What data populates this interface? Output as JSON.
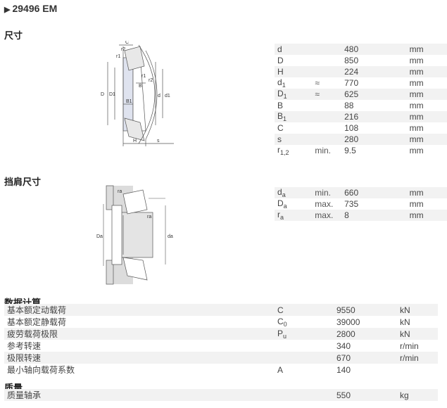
{
  "header": {
    "title": "29496 EM"
  },
  "sections": {
    "dimensions": "尺寸",
    "abutment": "挡肩尺寸",
    "calculation": "数据计算",
    "mass": "质量"
  },
  "dimensions": [
    {
      "sym": "d",
      "sub": "",
      "q": "",
      "v": "480",
      "u": "mm"
    },
    {
      "sym": "D",
      "sub": "",
      "q": "",
      "v": "850",
      "u": "mm"
    },
    {
      "sym": "H",
      "sub": "",
      "q": "",
      "v": "224",
      "u": "mm"
    },
    {
      "sym": "d",
      "sub": "1",
      "q": "≈",
      "v": "770",
      "u": "mm"
    },
    {
      "sym": "D",
      "sub": "1",
      "q": "≈",
      "v": "625",
      "u": "mm"
    },
    {
      "sym": "B",
      "sub": "",
      "q": "",
      "v": "88",
      "u": "mm"
    },
    {
      "sym": "B",
      "sub": "1",
      "q": "",
      "v": "216",
      "u": "mm"
    },
    {
      "sym": "C",
      "sub": "",
      "q": "",
      "v": "108",
      "u": "mm"
    },
    {
      "sym": "s",
      "sub": "",
      "q": "",
      "v": "280",
      "u": "mm"
    },
    {
      "sym": "r",
      "sub": "1,2",
      "q": "min.",
      "v": "9.5",
      "u": "mm"
    }
  ],
  "abutment": [
    {
      "sym": "d",
      "sub": "a",
      "q": "min.",
      "v": "660",
      "u": "mm"
    },
    {
      "sym": "D",
      "sub": "a",
      "q": "max.",
      "v": "735",
      "u": "mm"
    },
    {
      "sym": "r",
      "sub": "a",
      "q": "max.",
      "v": "8",
      "u": "mm"
    }
  ],
  "calculation": [
    {
      "name": "基本额定动载荷",
      "sym": "C",
      "sub": "",
      "v": "9550",
      "u": "kN"
    },
    {
      "name": "基本额定静载荷",
      "sym": "C",
      "sub": "0",
      "v": "39000",
      "u": "kN"
    },
    {
      "name": "疲劳载荷极限",
      "sym": "P",
      "sub": "u",
      "v": "2800",
      "u": "kN"
    },
    {
      "name": "参考转速",
      "sym": "",
      "sub": "",
      "v": "340",
      "u": "r/min"
    },
    {
      "name": "极限转速",
      "sym": "",
      "sub": "",
      "v": "670",
      "u": "r/min"
    },
    {
      "name": "最小轴向载荷系数",
      "sym": "A",
      "sub": "",
      "v": "140",
      "u": ""
    }
  ],
  "mass": [
    {
      "name": "质量轴承",
      "sym": "",
      "sub": "",
      "v": "550",
      "u": "kg"
    }
  ],
  "drawing1": {
    "labels": {
      "C": "C",
      "r2": "r2",
      "r1": "r1",
      "r1b": "r1",
      "r2b": "r2",
      "B": "B",
      "B1": "B1",
      "D": "D",
      "D1": "D1",
      "d": "d",
      "d1": "d1",
      "H": "H",
      "s": "s"
    }
  },
  "drawing2": {
    "labels": {
      "ra": "ra",
      "rab": "ra",
      "Da": "Da",
      "da": "da"
    }
  }
}
